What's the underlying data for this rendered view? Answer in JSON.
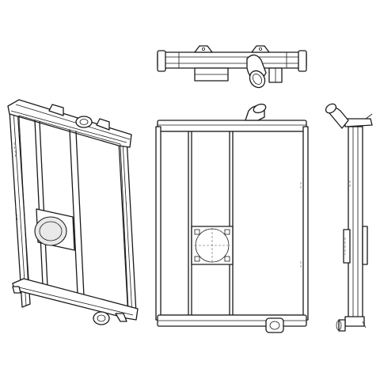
{
  "drawing": {
    "background": "#ffffff",
    "line_color": "#1a1a1a",
    "views": [
      "top-view",
      "isometric-view",
      "front-view",
      "side-view"
    ]
  }
}
